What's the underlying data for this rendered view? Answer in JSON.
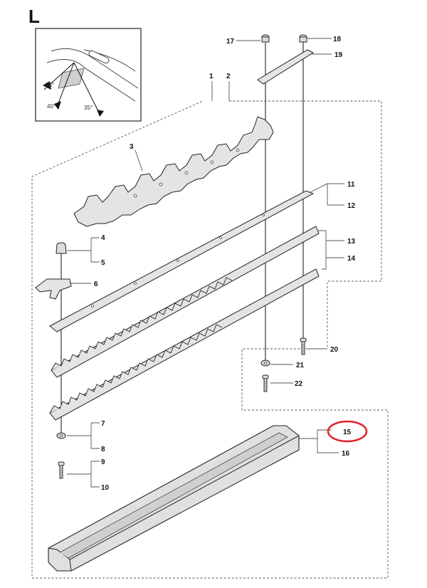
{
  "section_letter": "L",
  "inset": {
    "angles": [
      "35°",
      "40°",
      "35°"
    ]
  },
  "labels": {
    "p1": "1",
    "p2": "2",
    "p3": "3",
    "p4": "4",
    "p5": "5",
    "p6": "6",
    "p7": "7",
    "p8": "8",
    "p9": "9",
    "p10": "10",
    "p11": "11",
    "p12": "12",
    "p13": "13",
    "p14": "14",
    "p15": "15",
    "p16": "16",
    "p17": "17",
    "p18": "18",
    "p19": "19",
    "p20": "20",
    "p21": "21",
    "p22": "22"
  },
  "highlight": {
    "part": "15",
    "color": "#e0222a"
  }
}
